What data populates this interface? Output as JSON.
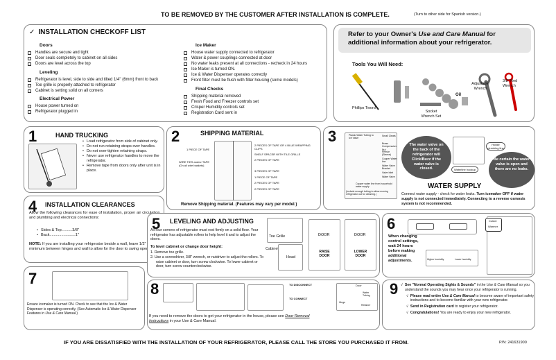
{
  "top_banner": "TO BE REMOVED BY THE CUSTOMER AFTER INSTALLATION IS COMPLETE.",
  "top_note": "(Turn to other side for Spanish version.)",
  "checkoff": {
    "title": "INSTALLATION CHECKOFF LIST",
    "check_mark": "✓",
    "doors": {
      "title": "Doors",
      "items": [
        "Handles are secure and tight",
        "Door seals completely to cabinet on all sides",
        "Doors are level across the top"
      ]
    },
    "leveling": {
      "title": "Leveling",
      "items": [
        "Refrigerator is level, side to side and tilted 1/4\" (6mm) front to back",
        "Toe grille is properly attached to refrigerator",
        "Cabinet is setting solid on all corners"
      ]
    },
    "electrical": {
      "title": "Electrical Power",
      "items": [
        "House power turned on",
        "Refrigerator plugged in"
      ]
    },
    "ice_maker": {
      "title": "Ice Maker",
      "items": [
        "House water supply connected to refrigerator",
        "Water & power couplings connected at door",
        "No water leaks present at all connections - recheck in 24 hours",
        "Ice Maker is turned ON.",
        "Ice & Water Dispenser operates correctly",
        "Front filter must be flush with filter housing (some models)"
      ]
    },
    "final": {
      "title": "Final Checks",
      "items": [
        "Shipping material removed",
        "Fresh Food and Freezer controls set",
        "Crisper Humidity controls set",
        "Registration Card sent in"
      ]
    }
  },
  "owner_ref": {
    "line1": "Refer to your Owner's ",
    "italic": "Use and Care Manual",
    "line1_end": " for",
    "line2": "additional information about your refrigerator."
  },
  "tools": {
    "title": "Tools You Will Need:",
    "labels": [
      "Phillips Tword",
      "Socket Wrench Set",
      "Oil",
      "Adjustable Wrench",
      "3/8\" Red Wrench"
    ]
  },
  "s1": {
    "num": "1",
    "title": "HAND TRUCKING",
    "bullets": [
      "Load refrigerator from side of cabinet only.",
      "Do not run retaining straps over handles.",
      "Do not over-tighten retaining straps.",
      "Never use refrigerator handles to move the refrigerator.",
      "Remove tape from doors only after unit is in place."
    ]
  },
  "s2": {
    "num": "2",
    "title": "SHIPPING MATERIAL",
    "labels_left": [
      "1 PIECE OF TAPE",
      "WIRE TIES and/or TAPE (On all wire baskets)"
    ],
    "labels_right": [
      "2 PIECES OF TAPE OR 4 BLUE WRAPPING CLIPS",
      "SHELF SPACER WITH TILE GRILLE",
      "2 PIECES OF TAPE",
      "3 PIECES OF TAPE",
      "1 PIECE OF TAPE",
      "2 PIECES OF TAPE",
      "2 PIECES OF TAPE"
    ],
    "caption": "Remove Shipping material. (Features may vary per model.)"
  },
  "s3": {
    "num": "3",
    "small_labels": [
      "Plastic Water Tubing to Ice Valve",
      "Small Cleats",
      "Brass Compression Nut",
      "Ferrule (Sleeve)",
      "Copper Water line",
      "Water Valve Bracket",
      "Valve Inlet",
      "Water Valve",
      "Copper water line from household water supply",
      "(Include enough tubing to allow moving refrigerator out for cleaning.)"
    ],
    "callout1": "The water valve on the back of the refrigerator will Click/Buzz if the water valve is closed.",
    "housing_label": "House plumbing line",
    "waterline_label": "Waterline hookup",
    "callout2": "Be certain the water valve is open and there are no leaks.",
    "title": "WATER SUPPLY",
    "body1": "Connect water supply - check for water leaks. ",
    "body_bold": "Turn icemaker OFF if water supply is not connected immediately. Connecting to a reverse osmosis system is not recommended."
  },
  "s4": {
    "num": "4",
    "title": "INSTALLATION CLEARANCES",
    "body": "Allow the following clearances for ease of installation, proper air circulation, and plumbing and electrical connections:",
    "items": [
      "Sides & Top..........3/8\"",
      "Back........................1\""
    ],
    "note_label": "NOTE:",
    "note": " If you are installing your refrigerator beside a wall, leave 1/2\" minimum between hinges and wall to allow for the door to swing open."
  },
  "s5": {
    "num": "5",
    "title": "LEVELING AND ADJUSTING",
    "body": "All four corners of refrigerator must rest firmly on a solid floor. Your refrigerator has adjustable rollers to help level it and to adjust the doors.",
    "sub": "To level cabinet or change door height:",
    "steps": [
      "1. Remove toe grille.",
      "2. Use a screwdriver, 3/8\" wrench, or nutdriver to adjust the rollers. To raise cabinet or door, turn screw clockwise. To lower cabinet or door, turn screw counterclockwise."
    ],
    "labels": [
      "Toe Grille",
      "Cabinet",
      "Head",
      "RAISE DOOR",
      "LOWER DOOR",
      "DOOR",
      "DOOR"
    ]
  },
  "s6": {
    "num": "6",
    "text": "When changing control settings, wait 24 hours before making additional adjustments.",
    "labels": [
      "Higher humidity",
      "Lower humidity",
      "Colder",
      "Warmer"
    ]
  },
  "s7": {
    "num": "7",
    "body1": "Ensure icemaker is turned ON. Check to see that the Ice & Water Dispenser is operating correctly. (See Automatic Ice & Water Dispenser Features in ",
    "italic": "Use & Care Manual",
    "body2": ".)"
  },
  "s8": {
    "num": "8",
    "labels": [
      "TO DISCONNECT",
      "TO CONNECT",
      "Door",
      "Water Tubing",
      "Hinge",
      "Retainer"
    ],
    "body1": "If you need to remove the doors to get your refrigerator in the house, please see ",
    "italic": "Door Removal Instructions",
    "body2": " in your Use & Care Manual."
  },
  "s9": {
    "num": "9",
    "items": [
      {
        "mark": "√",
        "bold": "See \"Normal Operating Sights & Sounds\"",
        "mid": " in the ",
        "italic": "Use & Care Manual",
        "rest": " so you understand the sounds you may hear once your refrigerator is running."
      },
      {
        "mark": "√",
        "bold": "Please read entire ",
        "mid": "",
        "italic": "Use & Care Manual",
        "rest": " to become aware of important safety instructions and to become familiar with your new refrigerator."
      },
      {
        "mark": "√",
        "bold": "Send in Registration card",
        "mid": "",
        "italic": "",
        "rest": " to register your refrigerator."
      },
      {
        "mark": "√",
        "bold": "Congratulations!",
        "mid": "",
        "italic": "",
        "rest": " You are ready to enjoy your new refrigerator."
      }
    ]
  },
  "footer": "IF YOU ARE DISSATISFIED WITH THE INSTALLATION OF YOUR REFRIGERATOR, PLEASE CALL THE STORE YOU PURCHASED IT FROM.",
  "part_number": "P/N: 241631900",
  "colors": {
    "accent": "#111111",
    "illus": "#f2f2f2",
    "border": "#888888"
  }
}
